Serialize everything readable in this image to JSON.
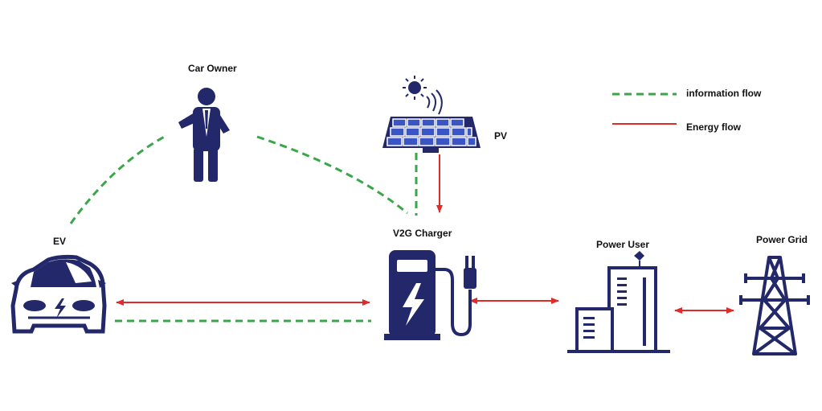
{
  "labels": {
    "car_owner": "Car Owner",
    "pv": "PV",
    "ev": "EV",
    "v2g_charger": "V2G Charger",
    "power_user": "Power User",
    "power_grid": "Power Grid"
  },
  "legend": {
    "information_flow": "information flow",
    "energy_flow": "Energy flow"
  },
  "colors": {
    "icon": "#22286a",
    "information_flow": "#3aa64a",
    "energy_flow": "#e02b2b",
    "panel_cell": "#3a56c4"
  }
}
